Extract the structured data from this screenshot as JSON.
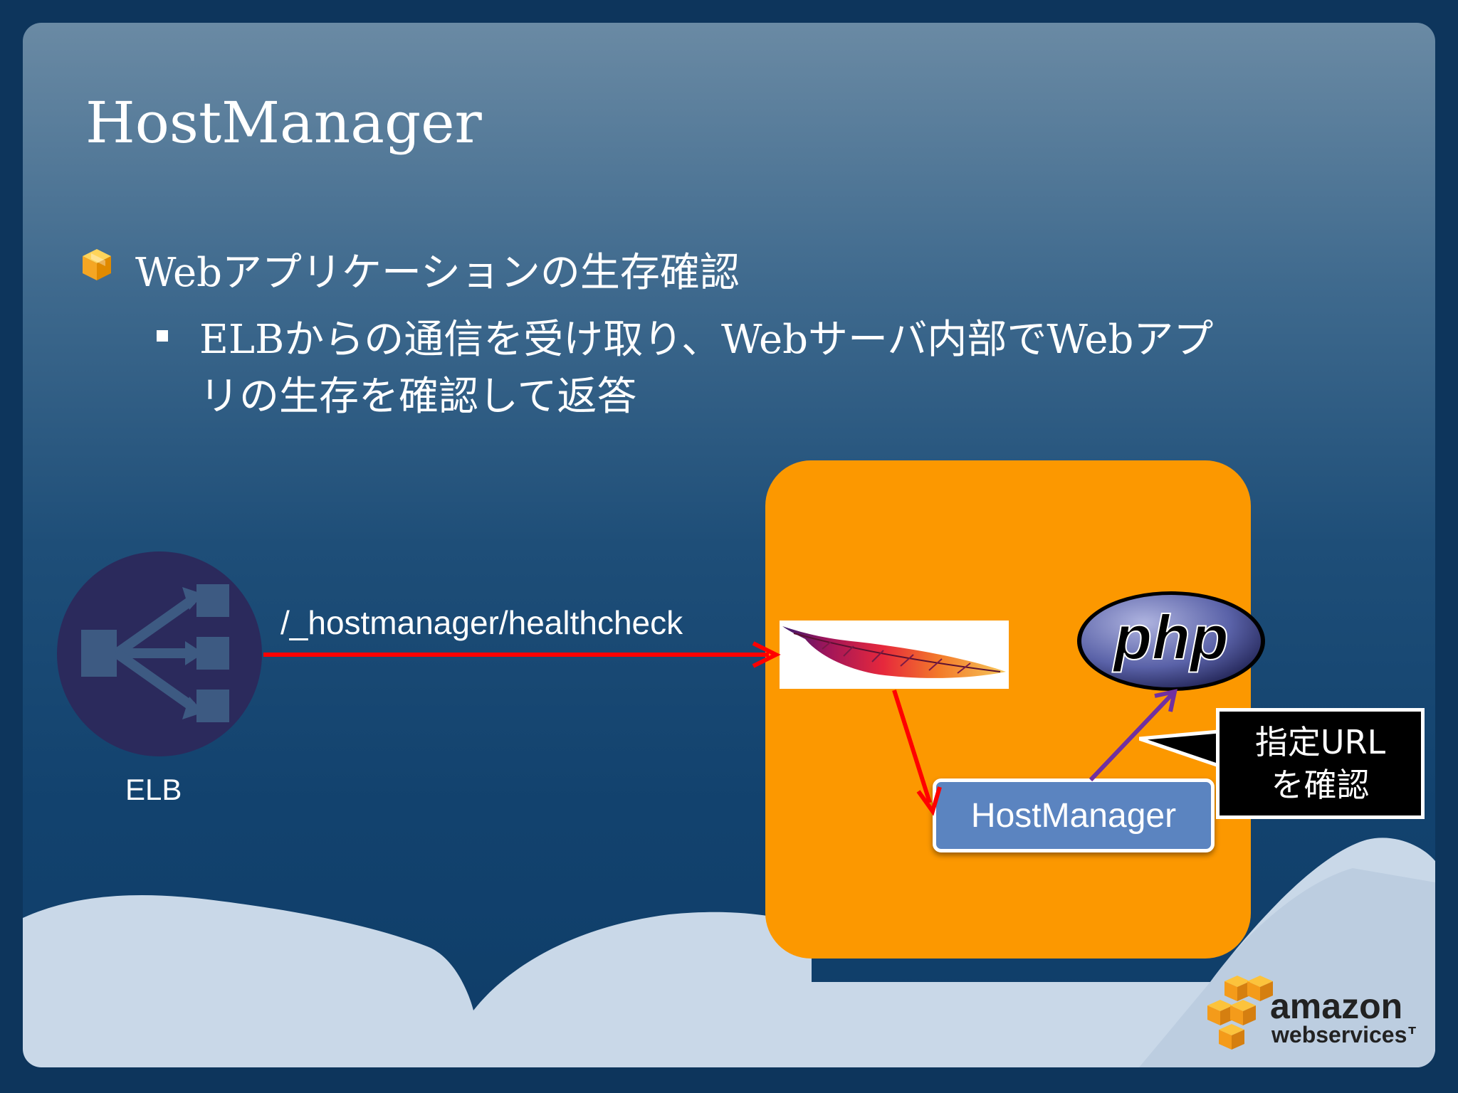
{
  "slide": {
    "title": "HostManager",
    "bullet_level1": "Webアプリケーションの生存確認",
    "bullet_level2_lines": [
      "ELBからの通信を受け取り、Webサーバ内部でWebアプ",
      "リの生存を確認して返答"
    ]
  },
  "diagram": {
    "elb_label": "ELB",
    "request_path": "/_hostmanager/healthcheck",
    "hostmanager_label": "HostManager",
    "callout_lines": [
      "指定URL",
      "を確認"
    ],
    "php_logo_text": "php",
    "icons": [
      "cube-bullet-icon",
      "elb-icon",
      "apache-feather-icon",
      "php-logo",
      "aws-logo"
    ]
  },
  "branding": {
    "aws_word1": "amazon",
    "aws_word2": "webservices™"
  },
  "colors": {
    "server_box": "#fc9800",
    "arrow_red": "#ff0000",
    "arrow_purple": "#7030a0",
    "hostmanager_box": "#5b84c0",
    "elb_circle": "#2b2a5c"
  }
}
